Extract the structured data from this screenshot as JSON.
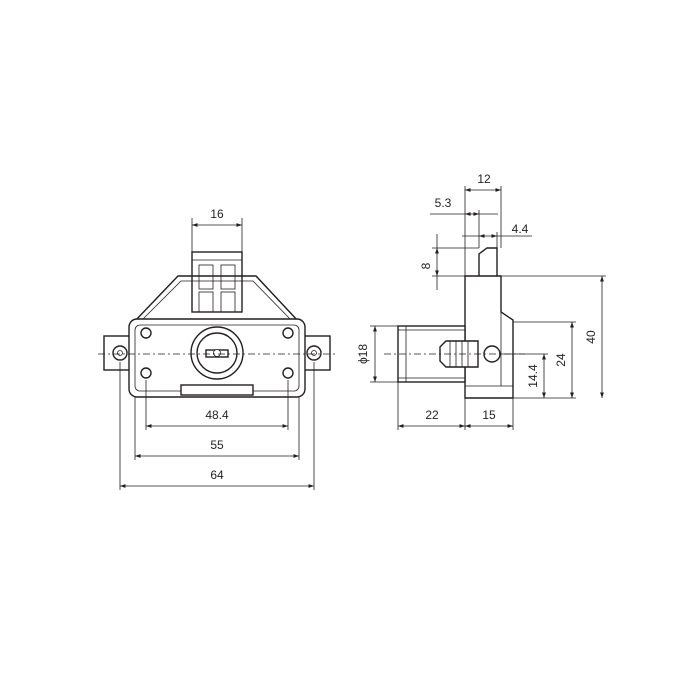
{
  "dimensions": {
    "front": {
      "top_width": "16",
      "inner_width": "48.4",
      "body_width": "55",
      "overall_width": "64"
    },
    "side": {
      "top_step": "12",
      "offset": "5.3",
      "pin_width": "4.4",
      "pin_height": "8",
      "cylinder_diameter": "ϕ18",
      "cylinder_length": "22",
      "body_depth": "15",
      "center_height": "14.4",
      "body_height": "24",
      "overall_height": "40"
    }
  },
  "colors": {
    "line": "#231f20",
    "background": "#ffffff"
  }
}
